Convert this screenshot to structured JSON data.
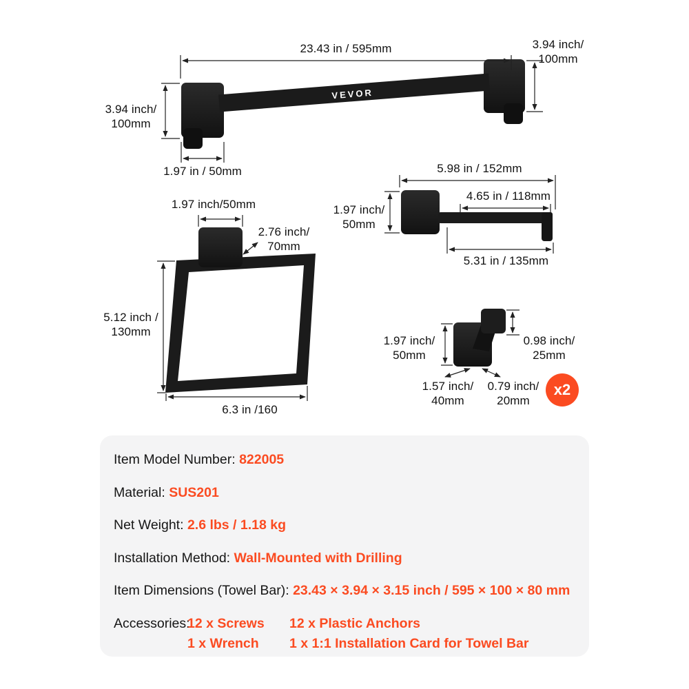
{
  "brand_logo": "VEVOR",
  "colors": {
    "accent": "#fb4b21",
    "product": "#1a1a1a",
    "panel_bg": "#f4f4f5"
  },
  "diagram": {
    "towel_bar": {
      "dim_length": "23.43 in / 595mm",
      "dim_right_height": [
        "3.94 inch/",
        "100mm"
      ],
      "dim_left_height": [
        "3.94 inch/",
        "100mm"
      ],
      "dim_plate_width": "1.97 in / 50mm"
    },
    "paper_holder": {
      "dim_overall": "5.98 in / 152mm",
      "dim_plate": [
        "1.97 inch/",
        "50mm"
      ],
      "dim_inner": "4.65 in / 118mm",
      "dim_bar": "5.31 in / 135mm"
    },
    "towel_ring": {
      "dim_plate": "1.97 inch/50mm",
      "dim_arm": [
        "2.76 inch/",
        "70mm"
      ],
      "dim_height": [
        "5.12 inch /",
        "130mm"
      ],
      "dim_width": "6.3 in /160"
    },
    "robe_hook": {
      "dim_plate_height": [
        "1.97 inch/",
        "50mm"
      ],
      "dim_hook_height": [
        "0.98 inch/",
        "25mm"
      ],
      "dim_plate_width": [
        "1.57 inch/",
        "40mm"
      ],
      "dim_hook_depth": [
        "0.79 inch/",
        "20mm"
      ],
      "quantity_badge": "x2"
    }
  },
  "specs": {
    "rows": [
      {
        "label": "Item Model Number: ",
        "value": "822005"
      },
      {
        "label": "Material: ",
        "value": "SUS201"
      },
      {
        "label": "Net Weight: ",
        "value": "2.6 lbs / 1.18 kg"
      },
      {
        "label": "Installation Method: ",
        "value": "Wall-Mounted with Drilling"
      },
      {
        "label": "Item Dimensions (Towel Bar): ",
        "value": "23.43 × 3.94 × 3.15 inch / 595 × 100 × 80 mm"
      }
    ],
    "accessories": {
      "label": "Accessories: ",
      "items": [
        "12 x Screws",
        "12 x Plastic Anchors",
        "1 x Wrench",
        "1 x 1:1 Installation Card for Towel Bar"
      ]
    }
  }
}
